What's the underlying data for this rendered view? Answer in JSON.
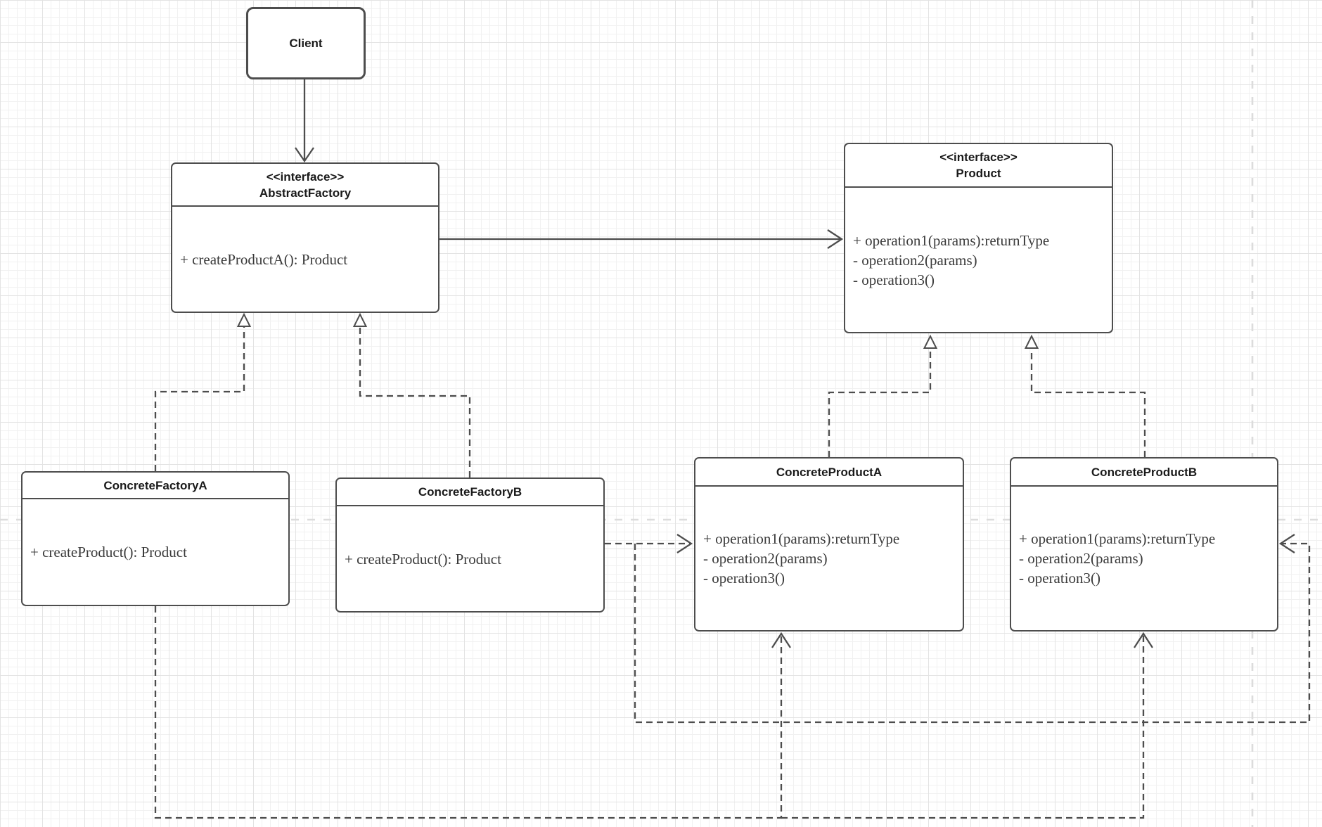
{
  "diagram": {
    "classes": {
      "client": {
        "name": "Client"
      },
      "abstract_factory": {
        "stereotype": "<<interface>>",
        "name": "AbstractFactory",
        "members": [
          "+ createProductA(): Product"
        ]
      },
      "product": {
        "stereotype": "<<interface>>",
        "name": "Product",
        "members": [
          "+ operation1(params):returnType",
          "- operation2(params)",
          "- operation3()"
        ]
      },
      "concrete_factory_a": {
        "name": "ConcreteFactoryA",
        "members": [
          "+ createProduct(): Product"
        ]
      },
      "concrete_factory_b": {
        "name": "ConcreteFactoryB",
        "members": [
          "+ createProduct(): Product"
        ]
      },
      "concrete_product_a": {
        "name": "ConcreteProductA",
        "members": [
          "+ operation1(params):returnType",
          "- operation2(params)",
          "- operation3()"
        ]
      },
      "concrete_product_b": {
        "name": "ConcreteProductB",
        "members": [
          "+ operation1(params):returnType",
          "- operation2(params)",
          "- operation3()"
        ]
      }
    },
    "relations": [
      {
        "from": "Client",
        "to": "AbstractFactory",
        "type": "association"
      },
      {
        "from": "AbstractFactory",
        "to": "Product",
        "type": "association"
      },
      {
        "from": "ConcreteFactoryA",
        "to": "AbstractFactory",
        "type": "realization"
      },
      {
        "from": "ConcreteFactoryB",
        "to": "AbstractFactory",
        "type": "realization"
      },
      {
        "from": "ConcreteProductA",
        "to": "Product",
        "type": "realization"
      },
      {
        "from": "ConcreteProductB",
        "to": "Product",
        "type": "realization"
      },
      {
        "from": "ConcreteFactoryB",
        "to": "ConcreteProductA",
        "type": "dependency"
      },
      {
        "from": "ConcreteFactoryB",
        "to": "ConcreteProductB",
        "type": "dependency"
      },
      {
        "from": "ConcreteFactoryA",
        "to": "ConcreteProductA",
        "type": "dependency"
      },
      {
        "from": "ConcreteFactoryA",
        "to": "ConcreteProductB",
        "type": "dependency"
      }
    ],
    "colors": {
      "stroke": "#4d4d4d",
      "member_text": "#3a3a3a",
      "title_text": "#1a1a1a",
      "guide": "#dcdcdc",
      "background": "#ffffff"
    }
  }
}
